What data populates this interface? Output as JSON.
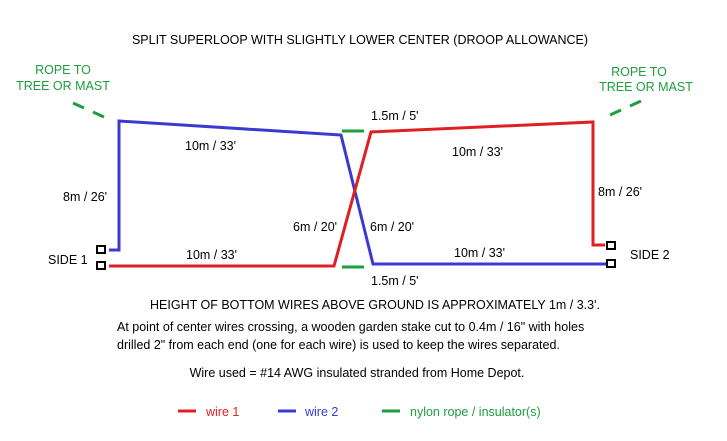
{
  "title": "SPLIT SUPERLOOP WITH SLIGHTLY LOWER CENTER (DROOP ALLOWANCE)",
  "colors": {
    "wire1": "#e02020",
    "wire2": "#3a3ad0",
    "rope": "#1e9e3c",
    "text": "#000000"
  },
  "rope_label_left": {
    "line1": "ROPE TO",
    "line2": "TREE OR MAST"
  },
  "rope_label_right": {
    "line1": "ROPE TO",
    "line2": "TREE OR MAST"
  },
  "side_labels": {
    "left": "SIDE 1",
    "right": "SIDE 2"
  },
  "dimensions": {
    "top_left": "10m / 33'",
    "top_right": "10m / 33'",
    "vertical_left": "8m / 26'",
    "vertical_right": "8m / 26'",
    "bottom_left": "10m / 33'",
    "bottom_right": "10m / 33'",
    "center_left": "6m / 20'",
    "center_right": "6m / 20'",
    "gap_top": "1.5m / 5'",
    "gap_bottom": "1.5m / 5'"
  },
  "notes": {
    "height": "HEIGHT OF BOTTOM WIRES ABOVE GROUND IS APPROXIMATELY 1m / 3.3'.",
    "stake_line1": "At point of center wires crossing, a wooden garden stake cut to 0.4m / 16\" with holes",
    "stake_line2": "drilled 2\" from each end (one for each wire) is used to keep the wires separated.",
    "wire_used": "Wire used = #14 AWG insulated stranded from Home Depot."
  },
  "legend": [
    {
      "label": "wire 1",
      "color": "#e02020"
    },
    {
      "label": "wire 2",
      "color": "#3a3ad0"
    },
    {
      "label": "nylon rope / insulator(s)",
      "color": "#1e9e3c"
    }
  ]
}
